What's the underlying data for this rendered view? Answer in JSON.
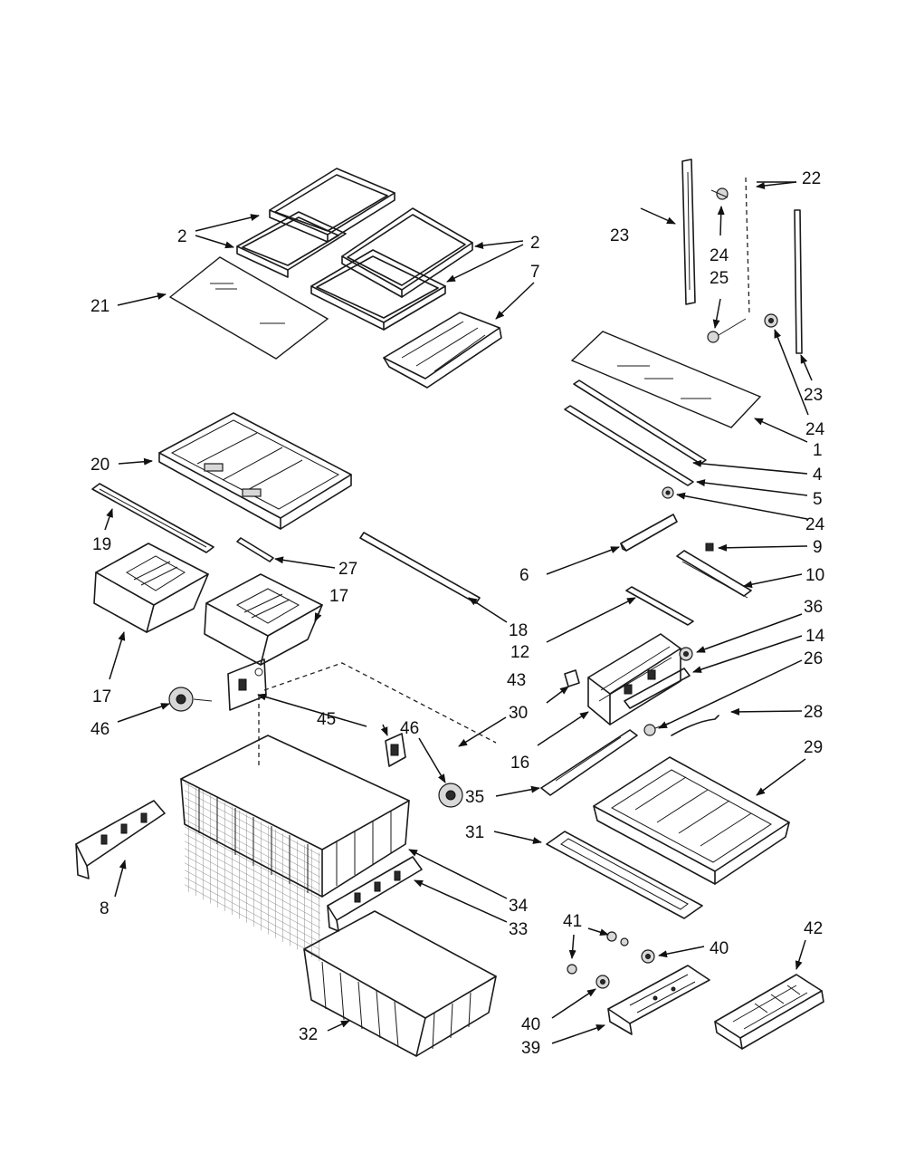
{
  "callouts": {
    "c1": "1",
    "c2a": "2",
    "c2b": "2",
    "c4": "4",
    "c5": "5",
    "c6": "6",
    "c7": "7",
    "c8": "8",
    "c9": "9",
    "c10": "10",
    "c12": "12",
    "c14": "14",
    "c16": "16",
    "c17a": "17",
    "c17b": "17",
    "c18": "18",
    "c19": "19",
    "c20": "20",
    "c21": "21",
    "c22": "22",
    "c23a": "23",
    "c23b": "23",
    "c24a": "24",
    "c24b": "24",
    "c24c": "24",
    "c25": "25",
    "c26": "26",
    "c27": "27",
    "c28": "28",
    "c29": "29",
    "c30": "30",
    "c31": "31",
    "c32": "32",
    "c33": "33",
    "c34": "34",
    "c35": "35",
    "c36": "36",
    "c39": "39",
    "c40a": "40",
    "c40b": "40",
    "c41": "41",
    "c42": "42",
    "c43": "43",
    "c45": "45",
    "c46a": "46",
    "c46b": "46"
  },
  "colors": {
    "line": "#1a1a1a",
    "background": "#ffffff"
  }
}
